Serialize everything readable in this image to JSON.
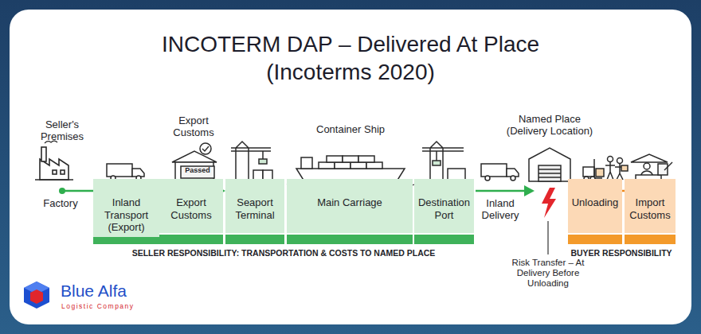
{
  "diagram": {
    "title": "INCOTERM DAP – Delivered At Place (Incoterms 2020)",
    "nodes": [
      {
        "text": [
          "Inland Transport (Export)"
        ]
      },
      {
        "text": [
          "Export Customs"
        ]
      },
      {
        "text": [
          "Seaport Terminal"
        ]
      },
      {
        "text": [
          "Main Carriage"
        ]
      },
      {
        "text": [
          "Destination Port"
        ]
      },
      {
        "text": [
          "Unloading"
        ]
      },
      {
        "text": [
          "Import Customs"
        ]
      }
    ],
    "labels": [
      "Seller's Premises",
      "Export Customs",
      "Container Ship",
      "Named Place (Delivery Location)",
      "Factory",
      "Passed",
      "Inland Delivery",
      "SELLER RESPONSIBILITY: TRANSPORTATION & COSTS TO NAMED PLACE",
      "Risk Transfer – At Delivery Before Unloading",
      "BUYER RESPONSIBILITY",
      "Blue Alfa",
      "Logistic Company"
    ]
  }
}
